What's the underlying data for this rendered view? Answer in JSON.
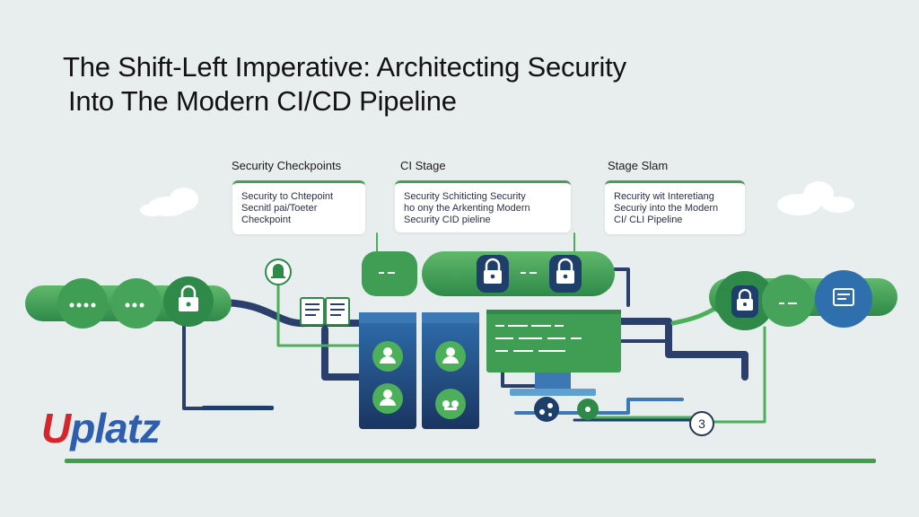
{
  "title": {
    "line1": "The Shift-Left Imperative: Architecting Security",
    "line2": "Into The Modern CI/CD Pipeline"
  },
  "stages": [
    {
      "heading": "Security Checkpoints",
      "card_lines": [
        "Security to Chtepoint",
        "Secnitl pai/Toeter",
        "Checkpoint"
      ]
    },
    {
      "heading": "CI Stage",
      "card_lines": [
        "Security Schiticting Security",
        "ho ony the Arkenting Modern",
        "Security CID pieline"
      ]
    },
    {
      "heading": "Stage Slam",
      "card_lines": [
        "Recurity wit Interetiang",
        "Securiy into the Modern",
        "CI/ CLI Pipeline"
      ]
    }
  ],
  "stage_number": "3",
  "logo": {
    "first": "U",
    "rest": "platz"
  },
  "colors": {
    "background": "#e8eded",
    "green_dark": "#2f8a4a",
    "green": "#4caf5a",
    "navy": "#1f3f6b",
    "blue": "#2f6fae",
    "card_accent": "#4a9e54",
    "logo_red": "#d4262c",
    "logo_blue": "#2d5fae"
  },
  "icons": [
    "lock-icon",
    "user-icon",
    "dots-icon",
    "document-icon",
    "monitor-icon",
    "bell-icon",
    "cloud-icon"
  ]
}
